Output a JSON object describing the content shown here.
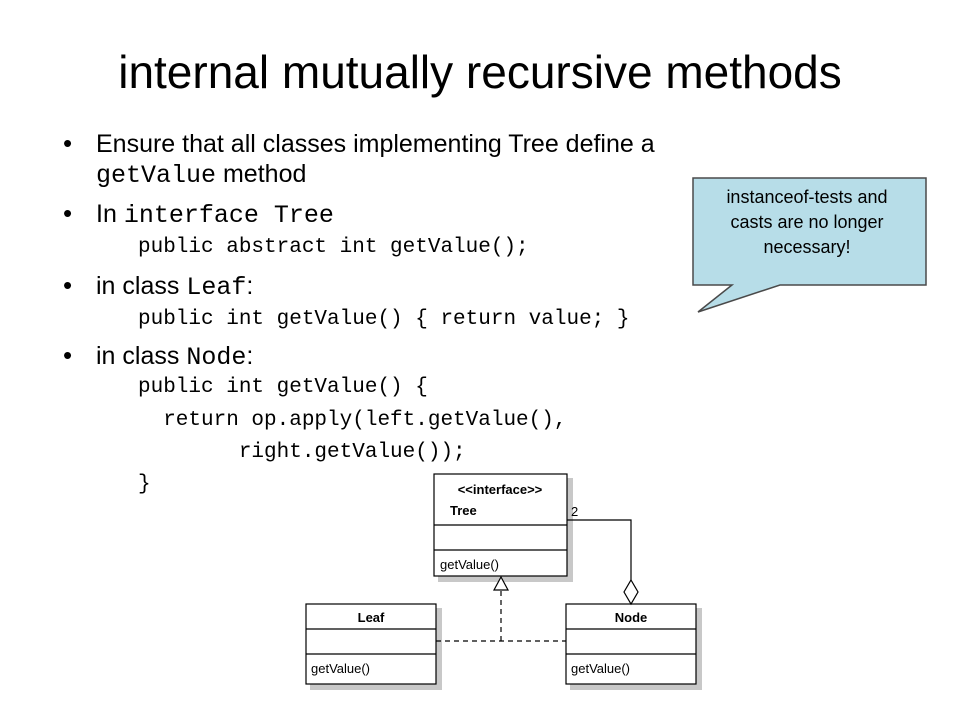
{
  "title": "internal mutually recursive methods",
  "bullets": {
    "b1": {
      "pre": "Ensure that all classes implementing Tree define a",
      "code": "getValue",
      "post": "method"
    },
    "b2": {
      "pre": "In",
      "code": "interface Tree"
    },
    "b2_code": "public abstract int getValue();",
    "b3": {
      "pre": "in class",
      "code": "Leaf",
      "post": ":"
    },
    "b3_code": "public int getValue() { return value; }",
    "b4": {
      "pre": "in class",
      "code": "Node",
      "post": ":"
    },
    "b4_code": [
      "public int getValue() {",
      "  return op.apply(left.getValue(),",
      "        right.getValue());",
      "}"
    ],
    "bullet_symbol": "•"
  },
  "callout": {
    "text": "instanceof-tests and\ncasts are no longer\nnecessary!",
    "fill": "#b7dde8"
  },
  "uml": {
    "tree": {
      "stereotype": "<<interface>>",
      "name": "Tree",
      "method": "getValue()"
    },
    "leaf": {
      "name": "Leaf",
      "method": "getValue()"
    },
    "node": {
      "name": "Node",
      "method": "getValue()"
    },
    "multiplicity": "2"
  }
}
